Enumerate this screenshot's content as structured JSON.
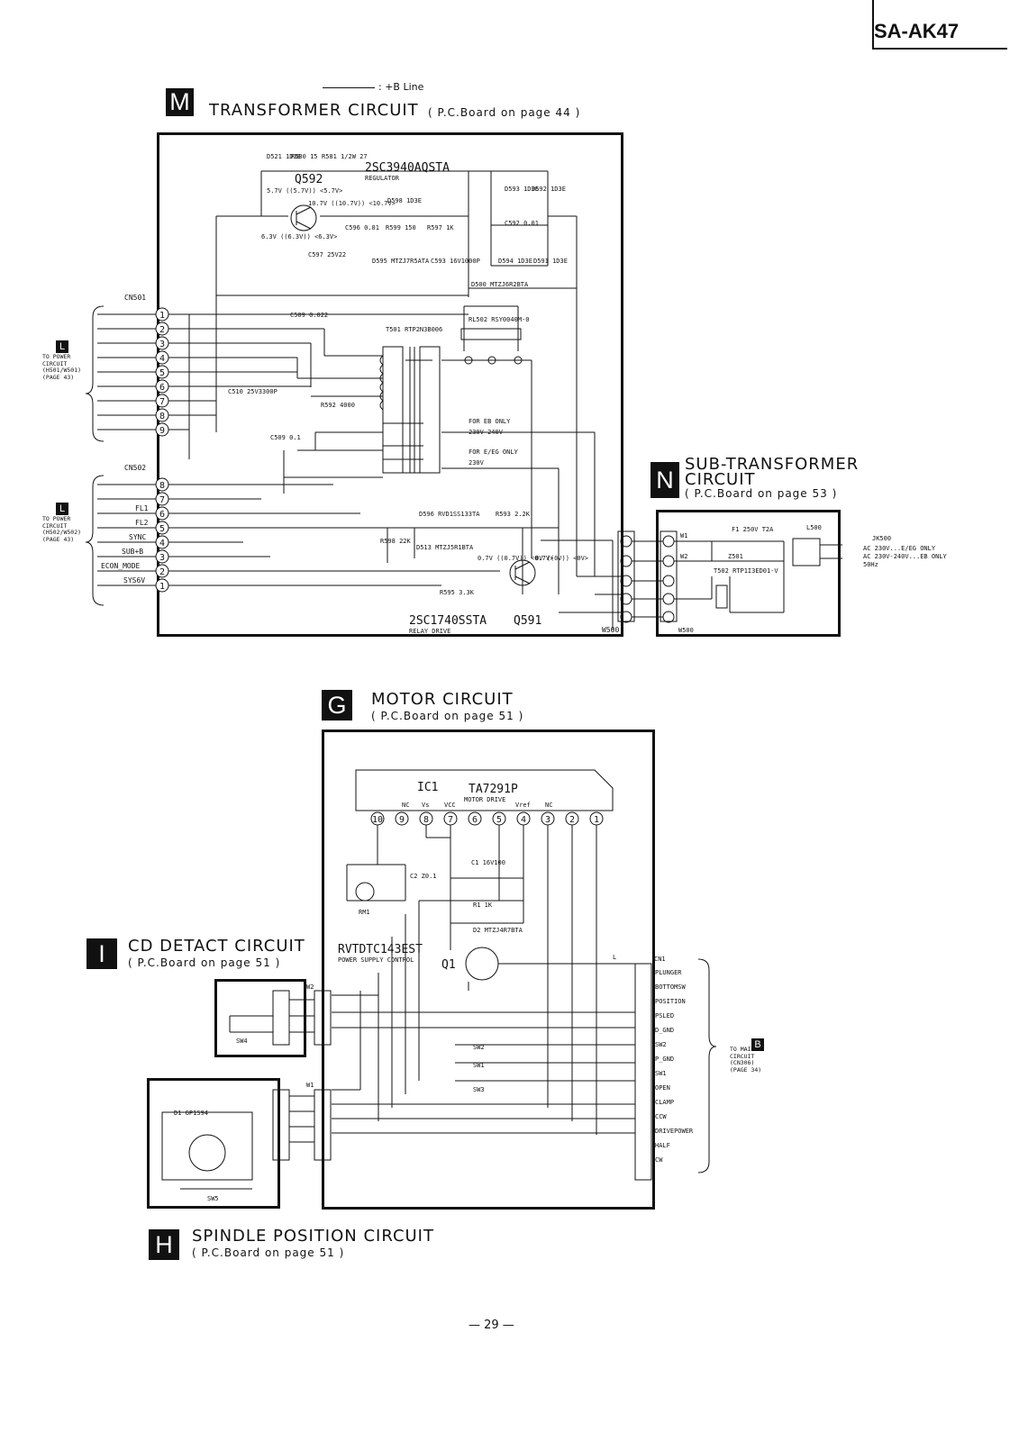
{
  "header": {
    "model": "SA-AK47"
  },
  "legend": {
    "text": ": +B Line"
  },
  "sections": {
    "transformer": {
      "badge": "M",
      "title": "TRANSFORMER CIRCUIT",
      "board_ref": "( P.C.Board on page 44 )"
    },
    "sub_transformer": {
      "badge": "N",
      "title": "SUB-TRANSFORMER",
      "title2": "CIRCUIT",
      "board_ref": "( P.C.Board on page 53 )"
    },
    "motor": {
      "badge": "G",
      "title": "MOTOR CIRCUIT",
      "board_ref": "( P.C.Board on page 51 )"
    },
    "cd_detect": {
      "badge": "I",
      "title": "CD DETACT CIRCUIT",
      "board_ref": "( P.C.Board on page 51 )"
    },
    "spindle": {
      "badge": "H",
      "title": "SPINDLE POSITION CIRCUIT",
      "board_ref": "( P.C.Board on page 51 )"
    }
  },
  "external_refs": {
    "to_power_1": {
      "badge": "L",
      "text": "TO POWER CIRCUIT (H501/W501) (PAGE 43)"
    },
    "to_power_2": {
      "badge": "L",
      "text": "TO POWER CIRCUIT (H502/W502) (PAGE 43)"
    },
    "to_main": {
      "badge": "B",
      "text": "TO MAIN CIRCUIT (CN306) (PAGE 34)"
    }
  },
  "transformer_circuit": {
    "connectors": {
      "cn501": "CN501",
      "cn502": "CN502",
      "w500": "W500"
    },
    "cn502_signals": [
      "FL1",
      "FL2",
      "SYNC",
      "SUB+B",
      "ECON_MODE",
      "SYS6V"
    ],
    "cn501_pins": [
      "1",
      "2",
      "3",
      "4",
      "5",
      "6",
      "7",
      "8",
      "9"
    ],
    "cn502_pins": [
      "8",
      "7",
      "6",
      "5",
      "4",
      "3",
      "2",
      "1"
    ],
    "components": {
      "q592": "2SC3940AQSTA",
      "q592_name": "Q592",
      "q592_role": "REGULATOR",
      "d521": "D521 1D3E",
      "r580": "R580 15",
      "r581": "R581 1/2W 27",
      "d598": "D598 1D3E",
      "r599": "R599 150",
      "r597": "R597 1K",
      "c596": "C596 0.01",
      "c597": "C597 25V22",
      "c593": "C593 16V1000P",
      "d595": "D595 MTZJ7R5ATA",
      "c592": "C592 0.01",
      "d593": "D593 1D3E",
      "d592": "D592 1D3E",
      "d594": "D594 1D3E",
      "d591": "D591 1D3E",
      "d500": "D500 MTZJ6R2BTA",
      "rl502": "RL502 RSY0040M-0",
      "c509": "C509 0.022",
      "t501": "T501 RTP2N3B006",
      "c510": "C510 25V3300P",
      "r592": "R592 4000",
      "c509b": "C509 0.1",
      "eb_only": "FOR EB ONLY",
      "eb_volt": "230V-240V",
      "eeg_only": "FOR E/EG ONLY",
      "eeg_volt": "230V",
      "d596": "D596 RVD1SS133TA",
      "r593": "R593 2.2K",
      "r598": "R598 22K",
      "d513": "D513 MTZJ5R1BTA",
      "r595": "R595 3.3K",
      "q591": "2SC1740SSTA",
      "q591_name": "Q591",
      "q591_role": "RELAY DRIVE",
      "v1": "5.7V ((5.7V)) <5.7V>",
      "v2": "10.7V ((10.7V)) <10.7V>",
      "v3": "6.3V ((6.3V)) <6.3V>",
      "v4": "0.7V ((0.7V)) <0.7V>",
      "v5": "0V ((0V)) <0V>"
    }
  },
  "sub_transformer_circuit": {
    "w1": "W1",
    "w2": "W2",
    "w500": "W500",
    "f1": "F1 250V T2A",
    "z501": "Z501",
    "t502": "T502 RTP1I3ED01-V",
    "l500": "L500",
    "jk500": "JK500",
    "ac_lines": [
      "AC 230V...E/EG ONLY",
      "AC 230V-240V...EB ONLY",
      "50Hz"
    ]
  },
  "motor_circuit": {
    "ic": "IC1",
    "ic_part": "TA7291P",
    "ic_role": "MOTOR DRIVE",
    "ic_pin_labels": [
      "NC",
      "Vs",
      "VCC",
      "Vref",
      "NC"
    ],
    "ic_pins": [
      "10",
      "9",
      "8",
      "7",
      "6",
      "5",
      "4",
      "3",
      "2",
      "1"
    ],
    "c2": "C2 Z0.1",
    "c1": "C1 16V100",
    "rm1": "RM1",
    "r1": "R1 1K",
    "d2": "D2 MTZJ4R7BTA",
    "q1_part": "RVTDTC143EST",
    "q1_role": "POWER SUPPLY CONTROL",
    "q1_name": "Q1",
    "l": "L",
    "cn1": "CN1",
    "cn1_signals": [
      "PLUNGER",
      "BOTTOMSW",
      "POSITION",
      "PSLED",
      "D_GND",
      "SW2",
      "P_GND",
      "SW1",
      "OPEN",
      "CLAMP",
      "CCW",
      "DRIVEPOWER",
      "HALF",
      "CW"
    ],
    "switches": [
      "SW2",
      "SW1",
      "SW3"
    ],
    "w2": "W2",
    "w1": "W1"
  },
  "cd_detect_circuit": {
    "sw4": "SW4"
  },
  "spindle_circuit": {
    "d1": "D1 GP1S94",
    "sw5": "SW5"
  },
  "page_number": "— 29 —"
}
